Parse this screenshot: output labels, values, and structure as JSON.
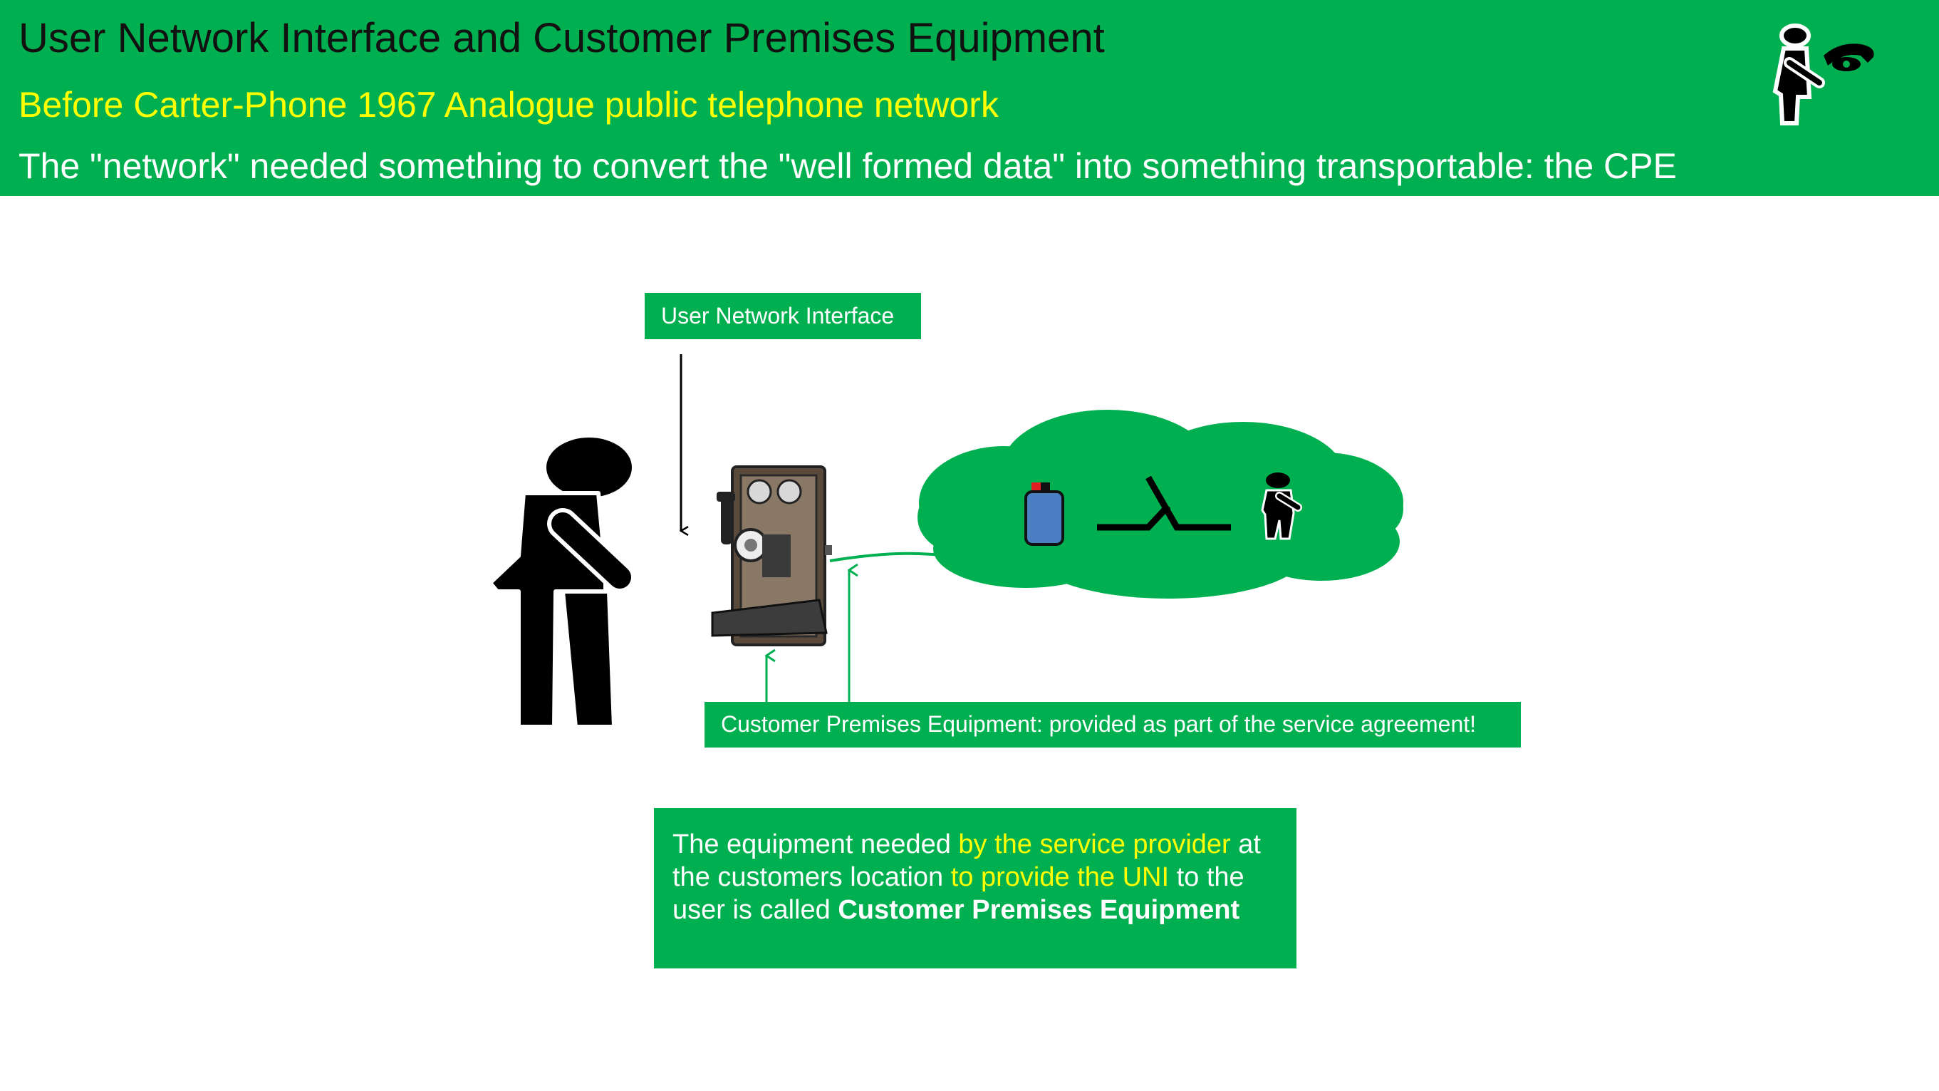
{
  "header": {
    "title": "User Network Interface and Customer Premises Equipment",
    "subtitle": "Before Carter-Phone 1967 Analogue public telephone network",
    "subline": "The \"network\" needed something to convert the \"well formed data\" into something transportable: the CPE"
  },
  "labels": {
    "uni": "User Network Interface",
    "cpe": "Customer Premises Equipment: provided as part of the service agreement!"
  },
  "info": {
    "part1": "The equipment needed ",
    "part2": "by the service provider",
    "part3": " at the customers location ",
    "part4": "to provide the UNI",
    "part5": " to the user is called ",
    "part6": "Customer Premises Equipment"
  },
  "icons": [
    "person-icon",
    "telephone-icon",
    "network-cloud-icon",
    "battery-icon",
    "switch-icon",
    "operator-icon",
    "logo-icon"
  ],
  "colors": {
    "header_green": "#00b050",
    "highlight_yellow": "#ffff00",
    "battery_blue": "#4a7fc4",
    "battery_red": "#e02020"
  }
}
